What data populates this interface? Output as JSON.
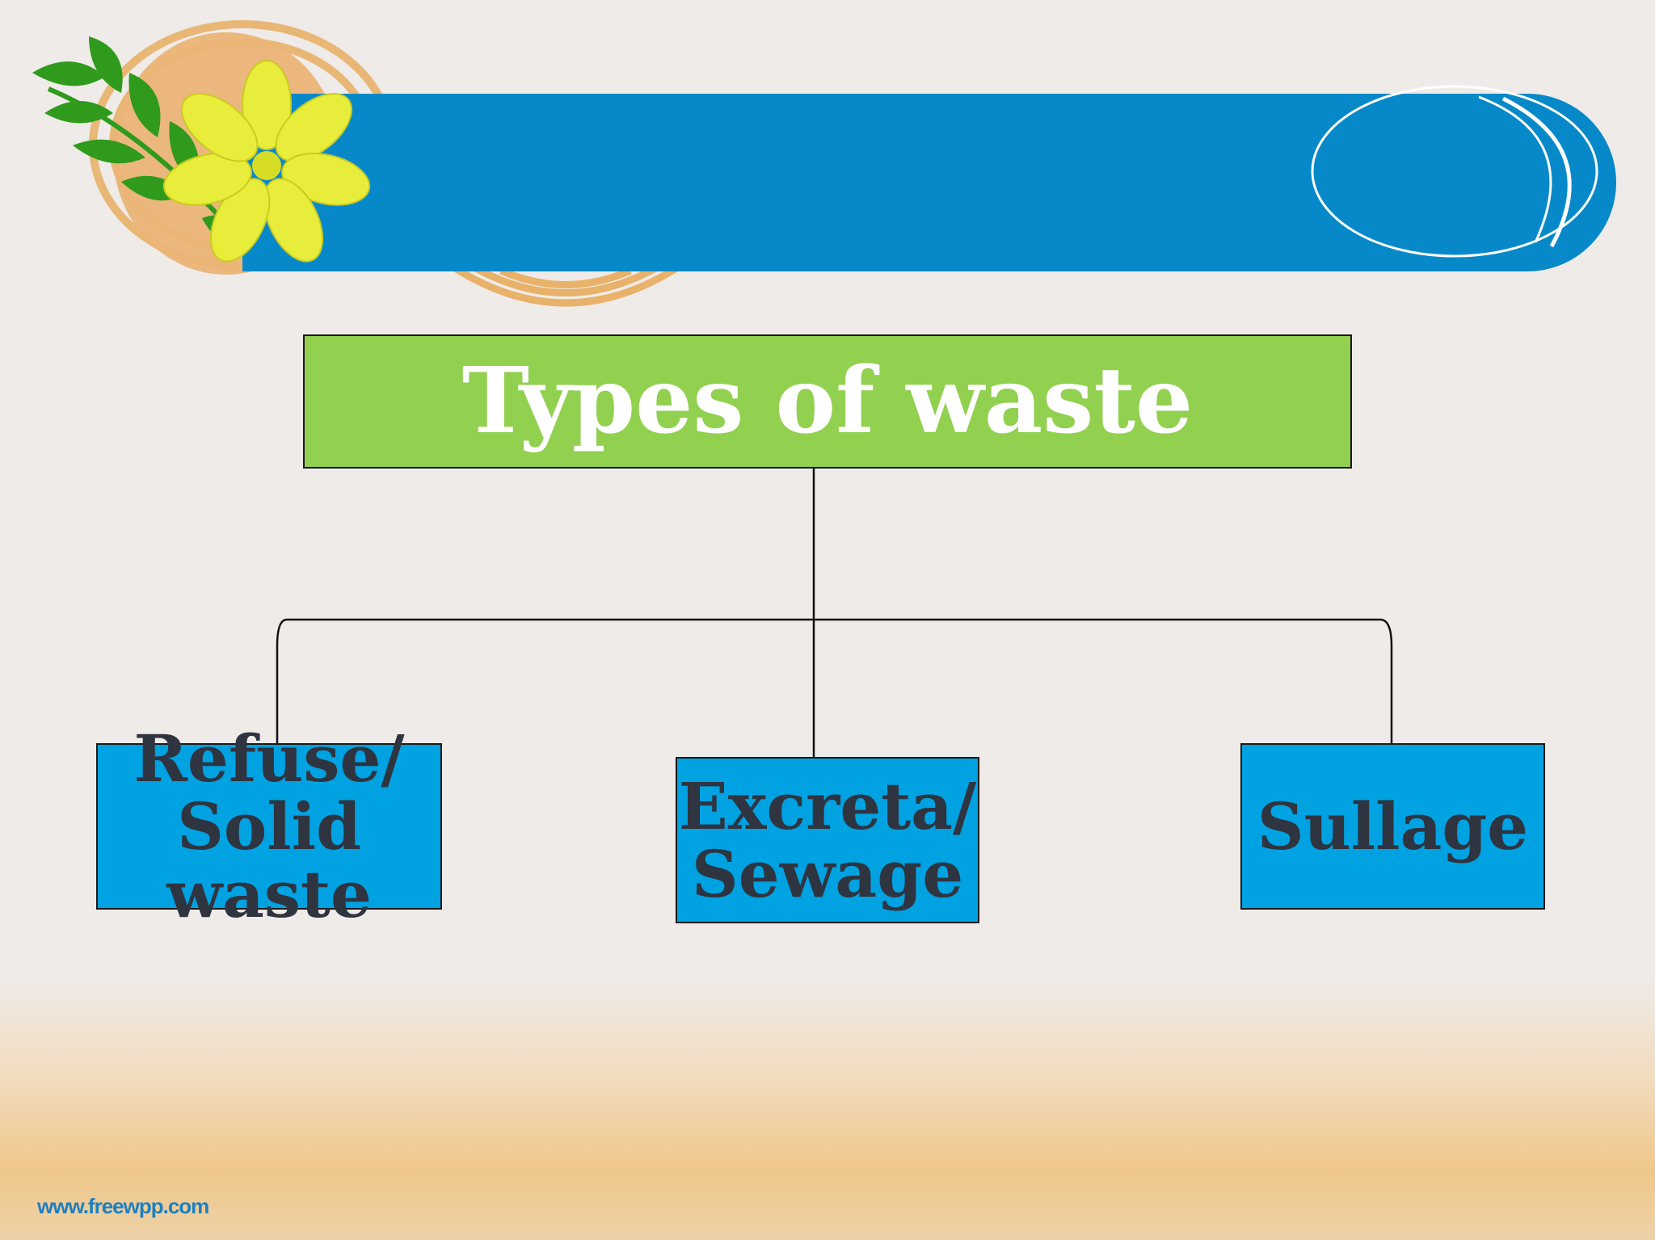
{
  "diagram": {
    "root": {
      "label": "Types of waste"
    },
    "children": [
      {
        "label": "Refuse/\nSolid waste"
      },
      {
        "label": "Excreta/\nSewage"
      },
      {
        "label": "Sullage"
      }
    ]
  },
  "footer": {
    "text": "www.freewpp.com"
  },
  "colors": {
    "banner": "#0789c9",
    "root_fill": "#92d050",
    "child_fill": "#00a2e1",
    "leaf_green": "#2f9a1c",
    "flower_yellow": "#e8ec3a",
    "swirl_orange": "#e8b26a"
  }
}
